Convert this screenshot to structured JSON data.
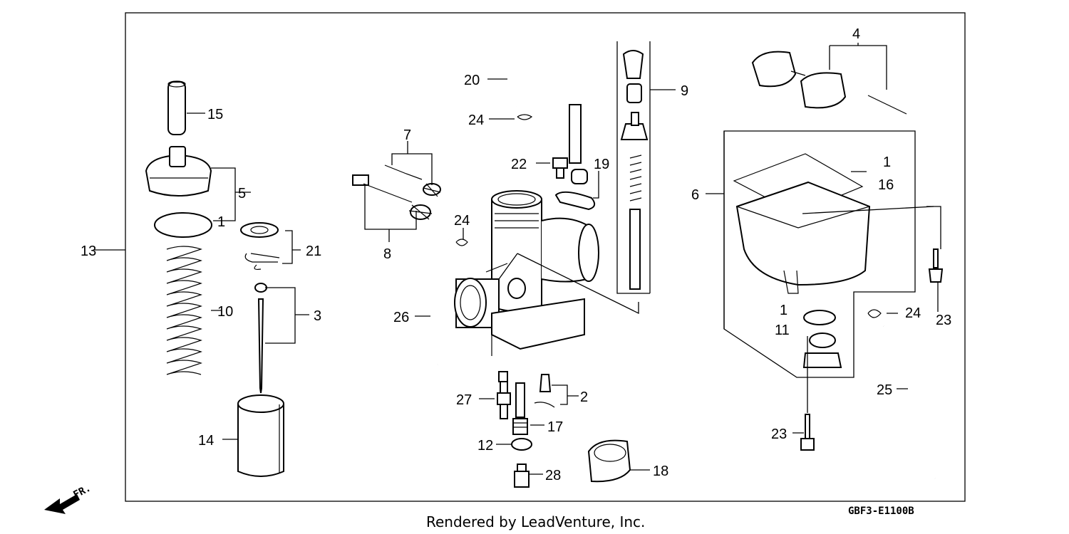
{
  "diagram_code": "GBF3-E1100B",
  "footer": "Rendered by LeadVenture, Inc.",
  "front_marker": "FR.",
  "labels": {
    "p1a": "1",
    "p1b": "1",
    "p1c": "1",
    "p2": "2",
    "p3": "3",
    "p4": "4",
    "p5": "5",
    "p6": "6",
    "p7": "7",
    "p8": "8",
    "p9": "9",
    "p10": "10",
    "p11": "11",
    "p12": "12",
    "p13": "13",
    "p14": "14",
    "p15": "15",
    "p16": "16",
    "p17": "17",
    "p18": "18",
    "p19": "19",
    "p20": "20",
    "p21": "21",
    "p22": "22",
    "p23a": "23",
    "p23b": "23",
    "p24a": "24",
    "p24b": "24",
    "p24c": "24",
    "p25": "25",
    "p26": "26",
    "p27": "27",
    "p28": "28"
  }
}
